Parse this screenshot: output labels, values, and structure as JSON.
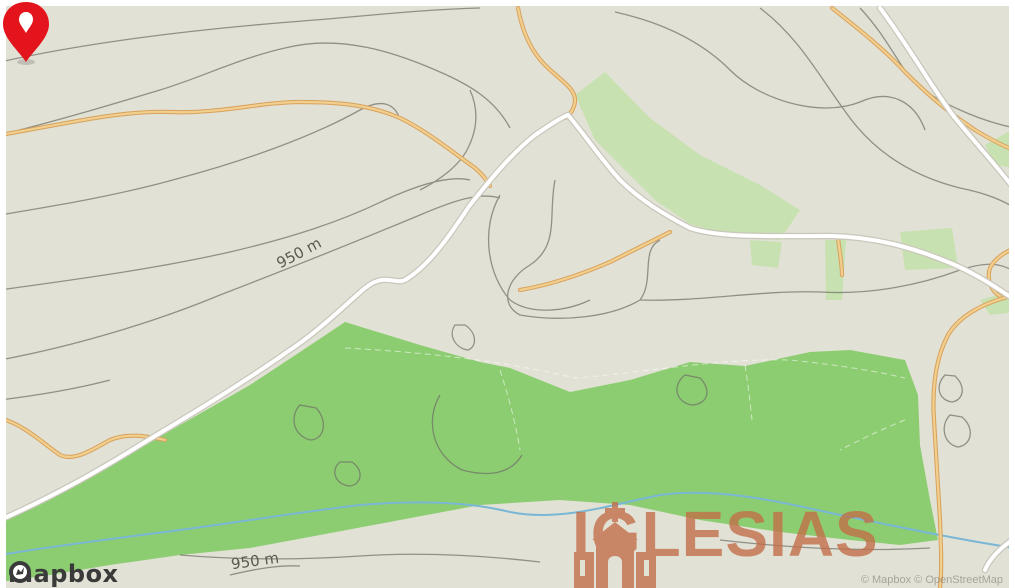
{
  "map": {
    "provider_logo": "mapbox",
    "contour_labels": [
      "950 m",
      "950 m"
    ],
    "marker": {
      "icon": "map-pin-icon",
      "color": "#e3141b"
    },
    "colors": {
      "land": "#e2e1d5",
      "forest": "#8dcd72",
      "meadow": "#c7e1b0",
      "road_minor": "#ffffff",
      "road_track": "#e5b870",
      "contour": "#6e6e66",
      "river": "#79b7d5"
    }
  },
  "watermark": {
    "text": "IGLESIAS",
    "icon": "church-icon",
    "color": "#c26d47"
  },
  "attribution": "© Mapbox © OpenStreetMap"
}
